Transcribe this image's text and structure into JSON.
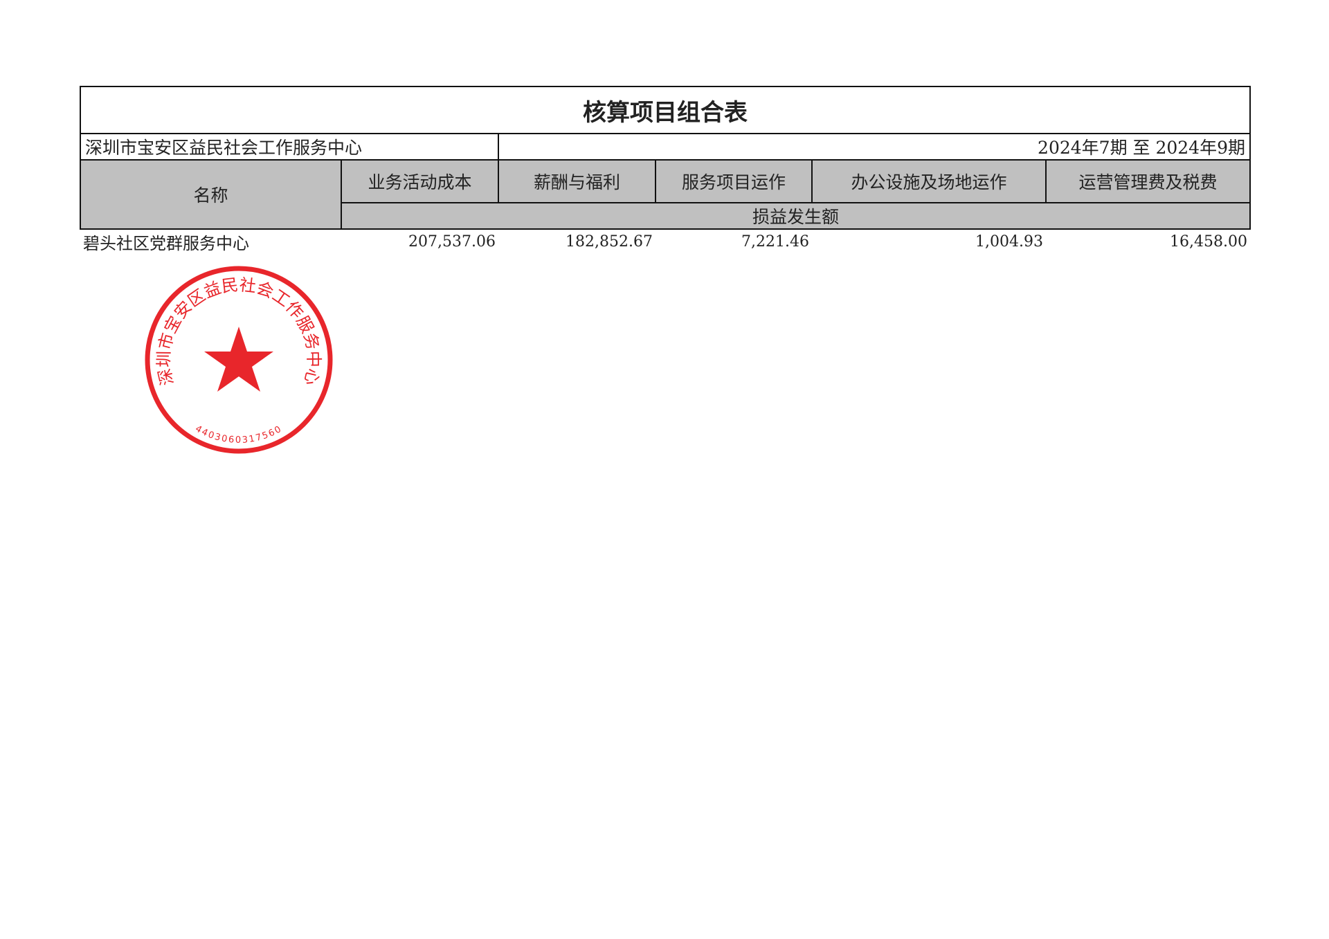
{
  "title": "核算项目组合表",
  "organization": "深圳市宝安区益民社会工作服务中心",
  "period": "2024年7期  至  2024年9期",
  "headers": {
    "name": "名称",
    "columns": [
      "业务活动成本",
      "薪酬与福利",
      "服务项目运作",
      "办公设施及场地运作",
      "运营管理费及税费"
    ],
    "subheader": "损益发生额"
  },
  "rows": [
    {
      "name": "碧头社区党群服务中心",
      "values": [
        "207,537.06",
        "182,852.67",
        "7,221.46",
        "1,004.93",
        "16,458.00"
      ]
    }
  ],
  "stamp": {
    "text": "深圳市宝安区益民社会工作服务中心",
    "code": "4403060317560",
    "color": "#e8262b"
  }
}
